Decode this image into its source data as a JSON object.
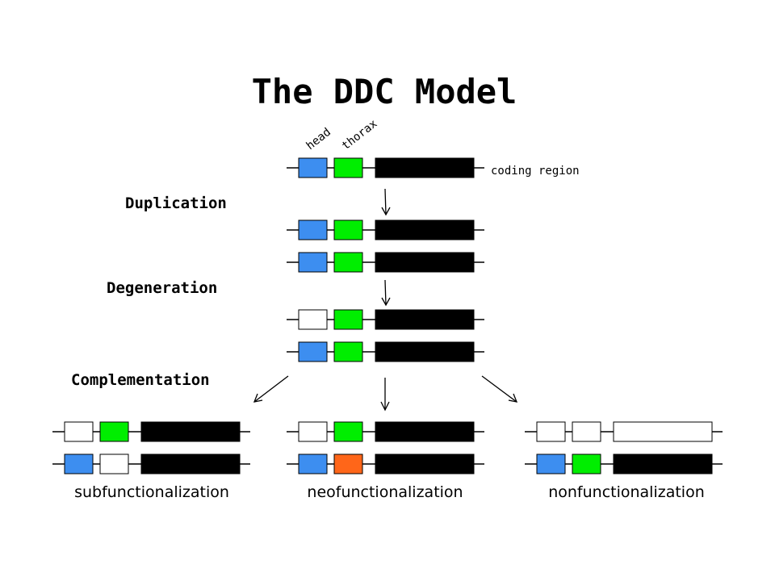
{
  "title": "The DDC Model",
  "labels": {
    "head": "head",
    "thorax": "thorax",
    "coding_region": "coding region"
  },
  "stages": {
    "duplication": "Duplication",
    "degeneration": "Degeneration",
    "complementation": "Complementation"
  },
  "outcomes": {
    "sub": "subfunctionalization",
    "neo": "neofunctionalization",
    "non": "nonfunctionalization"
  },
  "colors": {
    "head_active": "#3d8ef0",
    "thorax_active": "#00ee00",
    "new_function": "#ff6619",
    "coding": "#000000",
    "degenerated": "#ffffff"
  },
  "genes": [
    {
      "id": "original",
      "head": "head_active",
      "thorax": "thorax_active",
      "coding": "coding"
    },
    {
      "id": "dup-copy-1",
      "head": "head_active",
      "thorax": "thorax_active",
      "coding": "coding"
    },
    {
      "id": "dup-copy-2",
      "head": "head_active",
      "thorax": "thorax_active",
      "coding": "coding"
    },
    {
      "id": "degen-copy-1",
      "head": "degenerated",
      "thorax": "thorax_active",
      "coding": "coding"
    },
    {
      "id": "degen-copy-2",
      "head": "head_active",
      "thorax": "thorax_active",
      "coding": "coding"
    },
    {
      "id": "sub-copy-1",
      "head": "degenerated",
      "thorax": "thorax_active",
      "coding": "coding"
    },
    {
      "id": "sub-copy-2",
      "head": "head_active",
      "thorax": "degenerated",
      "coding": "coding"
    },
    {
      "id": "neo-copy-1",
      "head": "degenerated",
      "thorax": "thorax_active",
      "coding": "coding"
    },
    {
      "id": "neo-copy-2",
      "head": "head_active",
      "thorax": "new_function",
      "coding": "coding"
    },
    {
      "id": "non-copy-1",
      "head": "degenerated",
      "thorax": "degenerated",
      "coding": "degenerated"
    },
    {
      "id": "non-copy-2",
      "head": "head_active",
      "thorax": "thorax_active",
      "coding": "coding"
    }
  ]
}
